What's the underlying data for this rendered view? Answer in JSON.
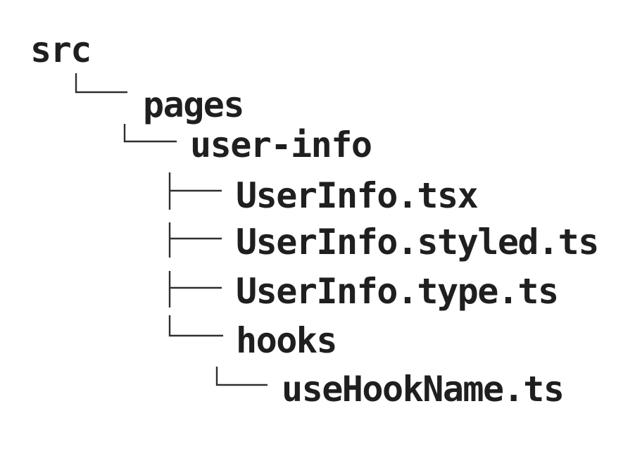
{
  "colors": {
    "background": "#ffffff",
    "text": "#1f1f1f",
    "line": "#2f2f2f"
  },
  "tree": {
    "nodes": [
      {
        "label": "src",
        "depth": 0
      },
      {
        "label": "pages",
        "depth": 1
      },
      {
        "label": "user-info",
        "depth": 2
      },
      {
        "label": "UserInfo.tsx",
        "depth": 3
      },
      {
        "label": "UserInfo.styled.ts",
        "depth": 3
      },
      {
        "label": "UserInfo.type.ts",
        "depth": 3
      },
      {
        "label": "hooks",
        "depth": 3
      },
      {
        "label": "useHookName.ts",
        "depth": 4
      }
    ]
  }
}
